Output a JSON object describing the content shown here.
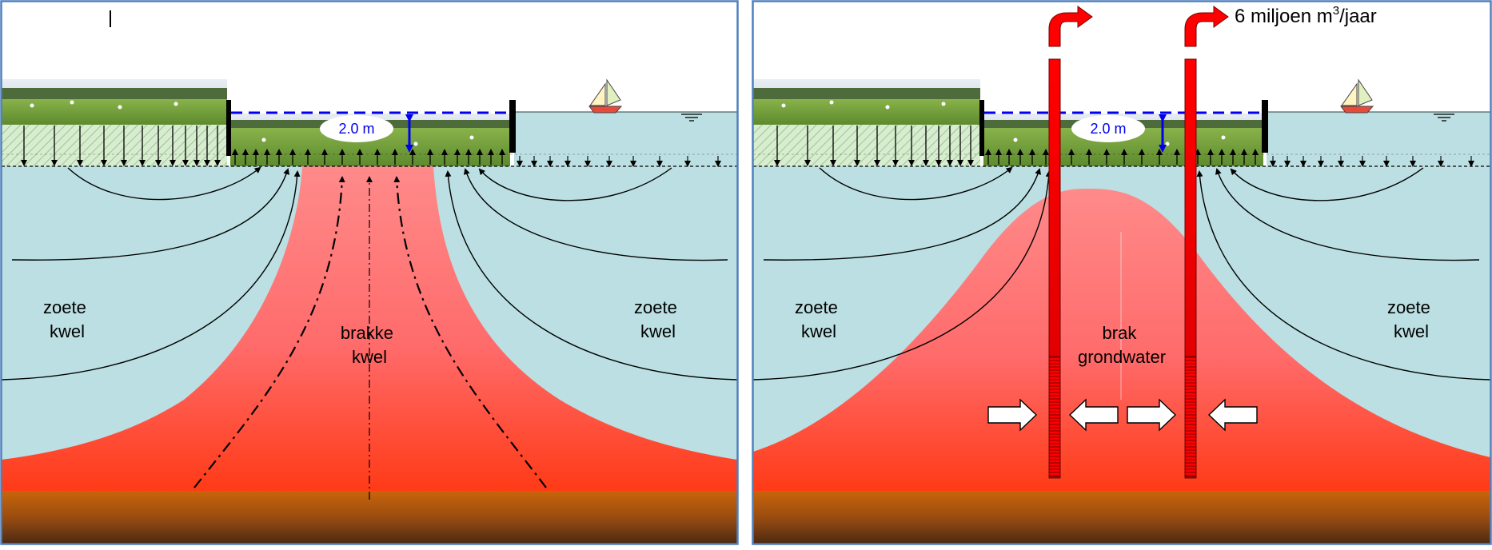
{
  "colors": {
    "fresh": "#bbdfe2",
    "brackish_top": "#ff8a8a",
    "brackish_bottom": "#ff3b18",
    "bedrock_top": "#c8640a",
    "bedrock_bottom": "#4d2a12",
    "frame": "#4f81bd",
    "well": "#ff0000",
    "level": "#0000ee",
    "grass": "#6f9a3d"
  },
  "left_panel": {
    "water_level_label": "2.0 m",
    "zone_left": [
      "zoete",
      "kwel"
    ],
    "zone_center": [
      "brakke",
      "kwel"
    ],
    "zone_right": [
      "zoete",
      "kwel"
    ]
  },
  "right_panel": {
    "water_level_label": "2.0 m",
    "zone_left": [
      "zoete",
      "kwel"
    ],
    "zone_center": [
      "brak",
      "grondwater"
    ],
    "zone_right": [
      "zoete",
      "kwel"
    ],
    "pumping_rate": {
      "prefix": "6 miljoen m",
      "superscript": "3",
      "suffix": "/jaar"
    }
  }
}
